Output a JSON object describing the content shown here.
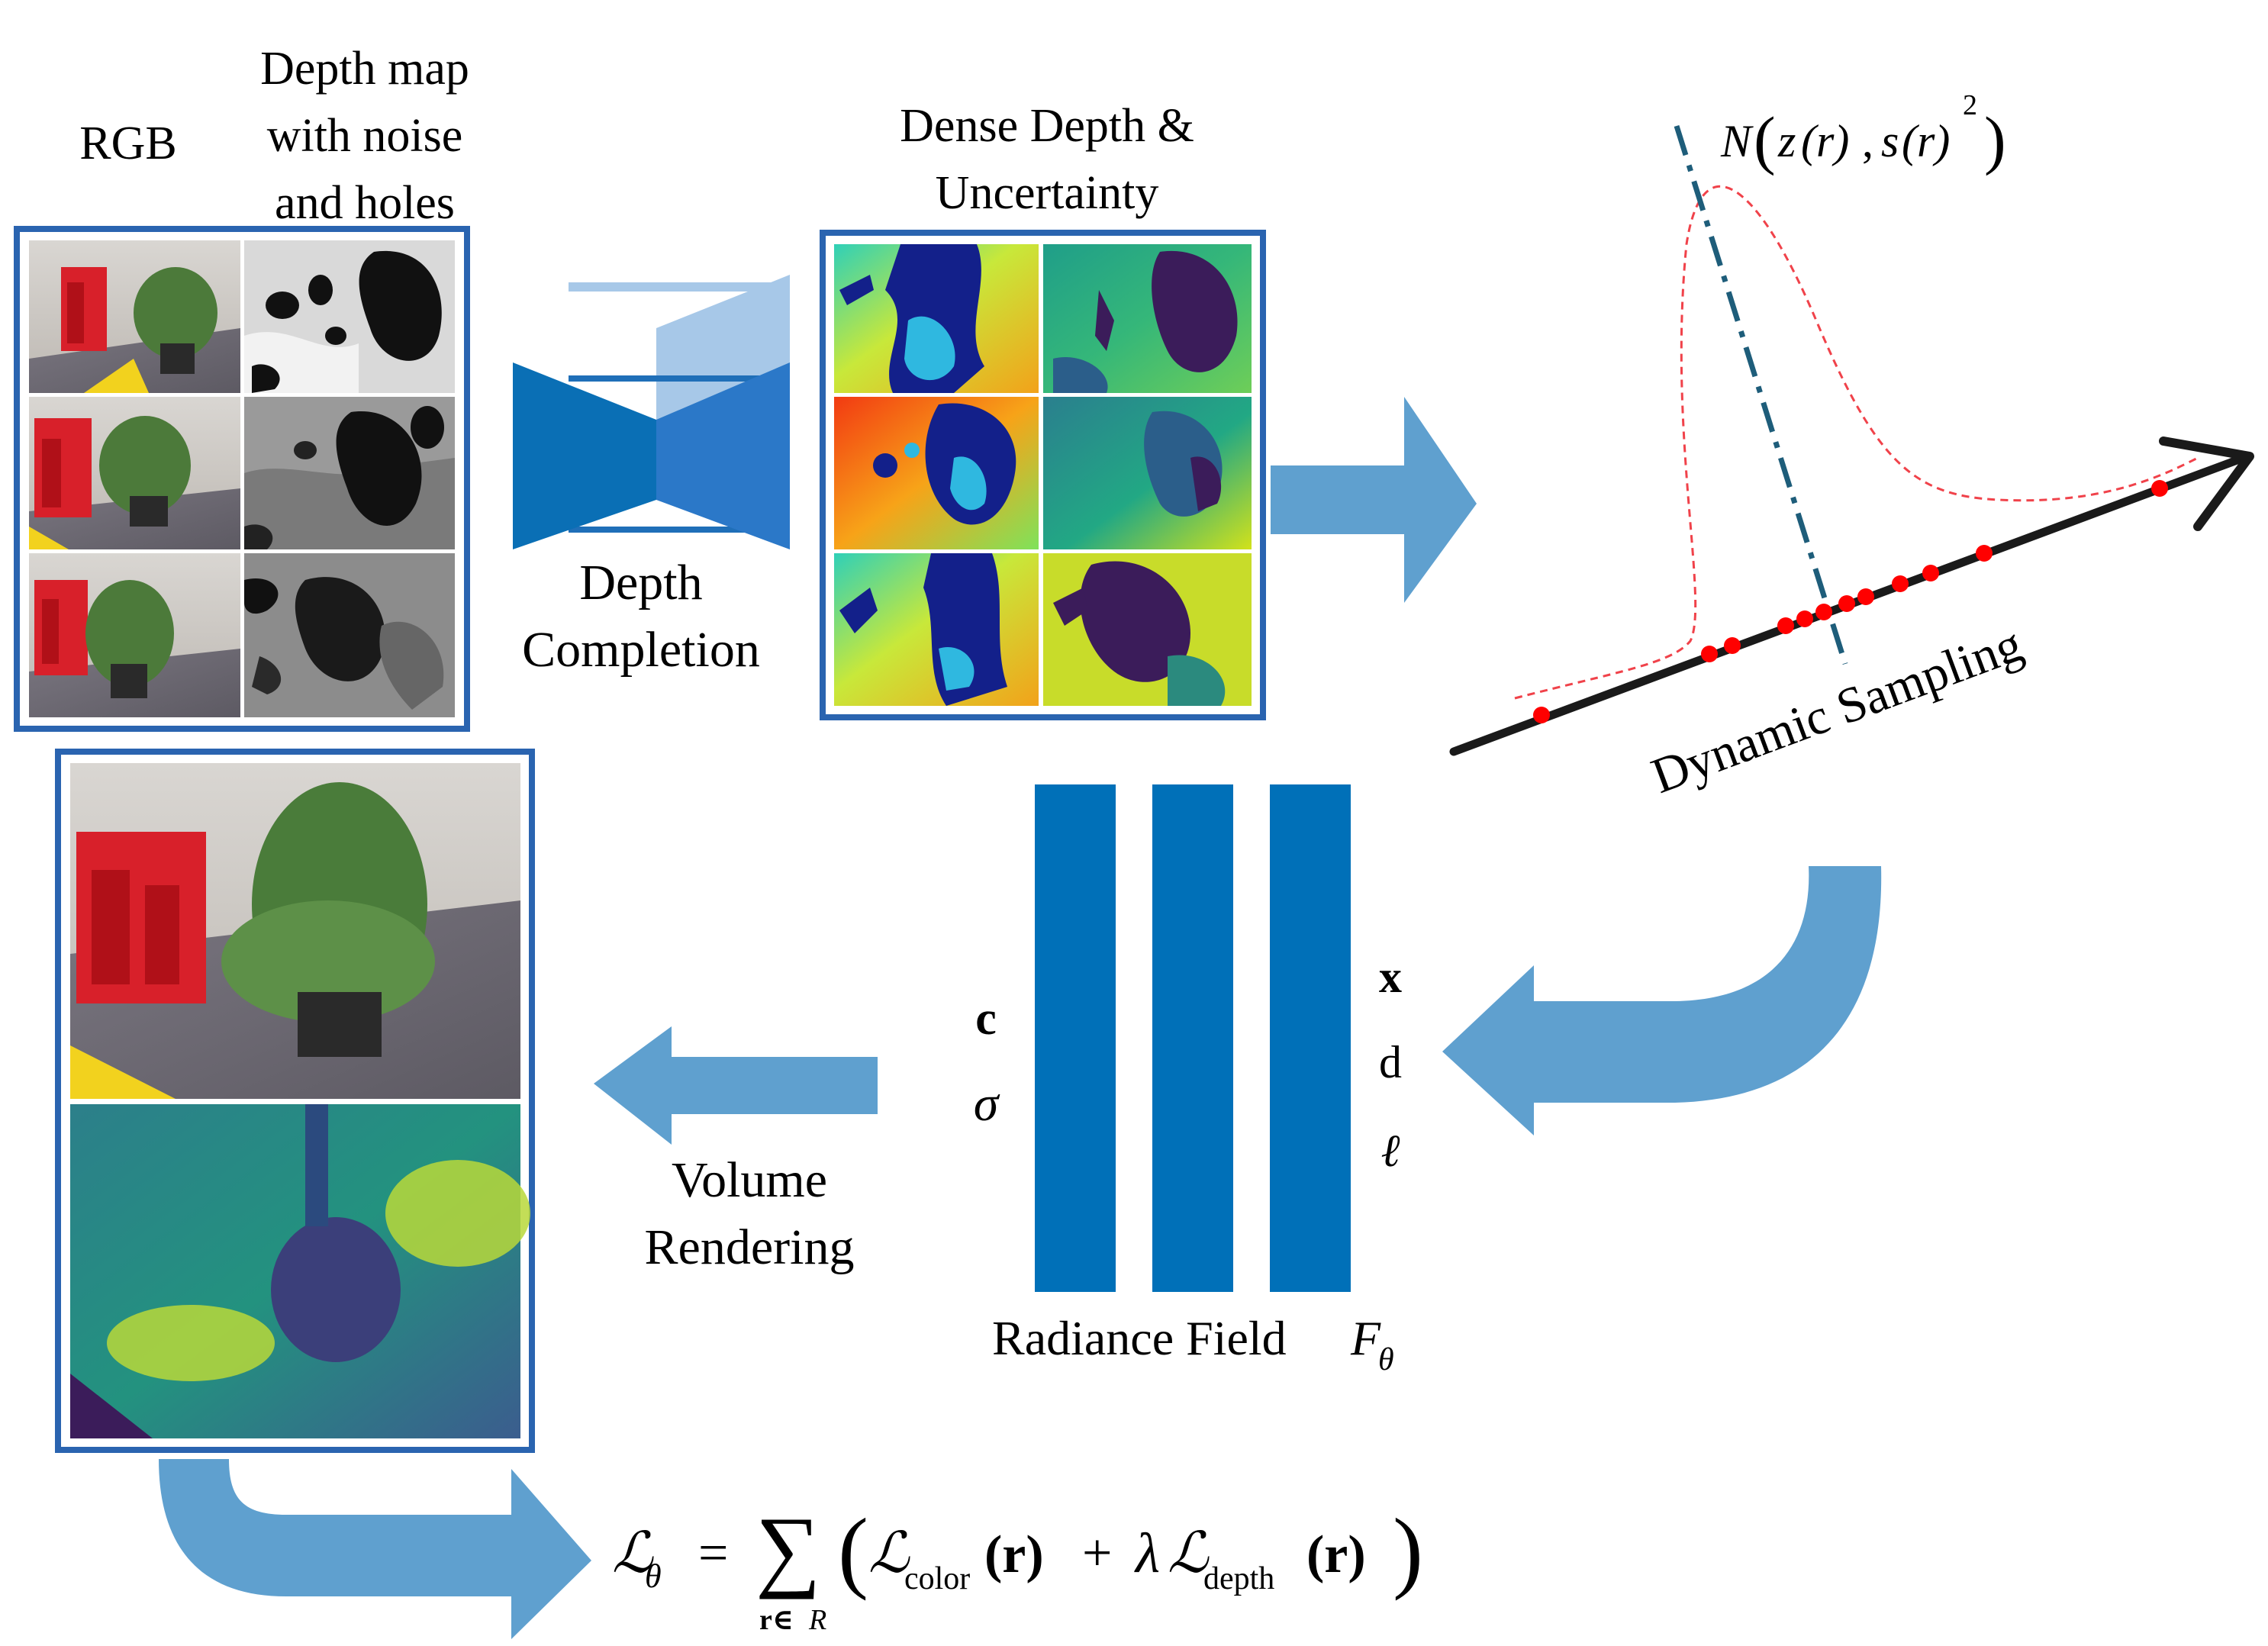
{
  "labels": {
    "rgb": "RGB",
    "depth_map_line1": "Depth map",
    "depth_map_line2": "with noise",
    "depth_map_line3": "and holes",
    "dense_line1": "Dense Depth &",
    "dense_line2": "Uncertainty",
    "completion_line1": "Depth",
    "completion_line2": "Completion",
    "dynamic_sampling": "Dynamic Sampling",
    "volume_line1": "Volume",
    "volume_line2": "Rendering",
    "radiance_field": "Radiance Field",
    "radiance_symbol": "F",
    "radiance_sub": "θ"
  },
  "gaussian": {
    "N": "N",
    "open": "(",
    "z": "z",
    "r1": "(r)",
    "comma": ",",
    "s": "s",
    "r2": "(r)",
    "sup": "2",
    "close": ")"
  },
  "network_outputs": {
    "c": "c",
    "sigma": "σ"
  },
  "network_inputs": {
    "x": "x",
    "d": "d",
    "l": "ℓ"
  },
  "loss": {
    "L": "ℒ",
    "theta": "θ",
    "eq": "=",
    "sum": "∑",
    "sum_sub": "r∈",
    "sum_sub_R": "R",
    "open": "(",
    "Lc": "ℒ",
    "color_sub": "color",
    "arg1": "(r)",
    "plus": "+",
    "lambda": "λ",
    "Ld": "ℒ",
    "depth_sub": "depth",
    "arg2": "(r)",
    "close": ")"
  },
  "colors": {
    "frame": "#2a64b0",
    "arrow": "#5fa0cf",
    "bar": "#0070b8",
    "encoder": "#0a6fb5",
    "decoder": "#2b78c8",
    "skip": "#a7c8e8",
    "axis_line": "#1e5d7a",
    "dash_curve": "#f0424a",
    "sample_dot": "#ff0000",
    "ray": "#1a1a1a"
  },
  "icons": [
    "encoder-decoder-icon",
    "arrow-right-icon",
    "curved-arrow-icon",
    "ray-arrow-icon"
  ]
}
